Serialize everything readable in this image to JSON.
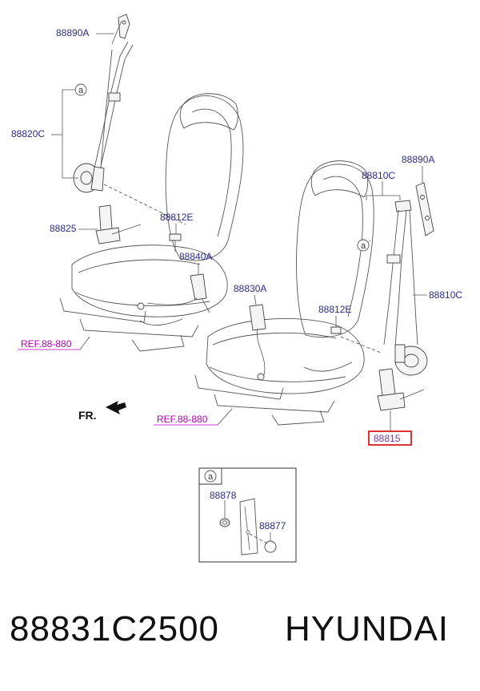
{
  "diagram": {
    "callouts": {
      "c_88890a_left": "88890A",
      "c_88820c": "88820C",
      "c_88825": "88825",
      "c_88812e_top": "88812E",
      "c_88840a": "88840A",
      "c_88830a": "88830A",
      "c_88810c_top": "88810C",
      "c_88890a_right": "88890A",
      "c_88812e_right": "88812E",
      "c_88810c_right": "88810C",
      "c_88815": "88815",
      "c_88878": "88878",
      "c_88877": "88877"
    },
    "refs": {
      "ref_left": "REF.88-880",
      "ref_right": "REF.88-880"
    },
    "markers": {
      "a_left": "a",
      "a_right": "a",
      "a_inset": "a"
    },
    "front_label": "FR.",
    "highlight_color": "#d40000",
    "label_color": "#2a2a8c",
    "ref_color": "#b400b4"
  },
  "footer": {
    "part_number": "88831C2500",
    "brand": "HYUNDAI"
  }
}
